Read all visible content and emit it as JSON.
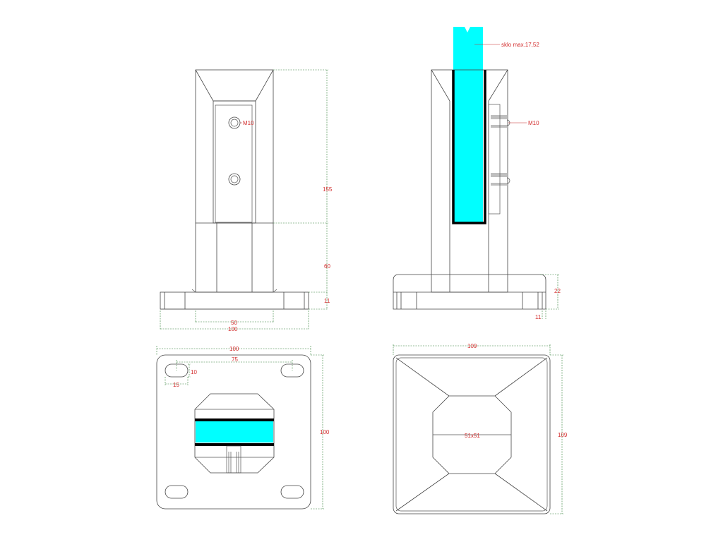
{
  "labels": {
    "m10_front": "M10",
    "h155": "155",
    "h60": "60",
    "h11_front": "11",
    "w50": "50",
    "w100_front": "100",
    "glass": "sklo max.17,52",
    "m10_side": "M10",
    "h22": "22",
    "h11_side": "11",
    "w100_top": "100",
    "w75": "75",
    "slot10": "10",
    "slot15": "15",
    "h100_plan": "100",
    "w109": "109",
    "h109": "109",
    "post51": "51x51"
  },
  "colors": {
    "glass": "#00ffff",
    "dimension": "#2e7d32",
    "label": "#d32f2f",
    "outline": "#444444"
  }
}
